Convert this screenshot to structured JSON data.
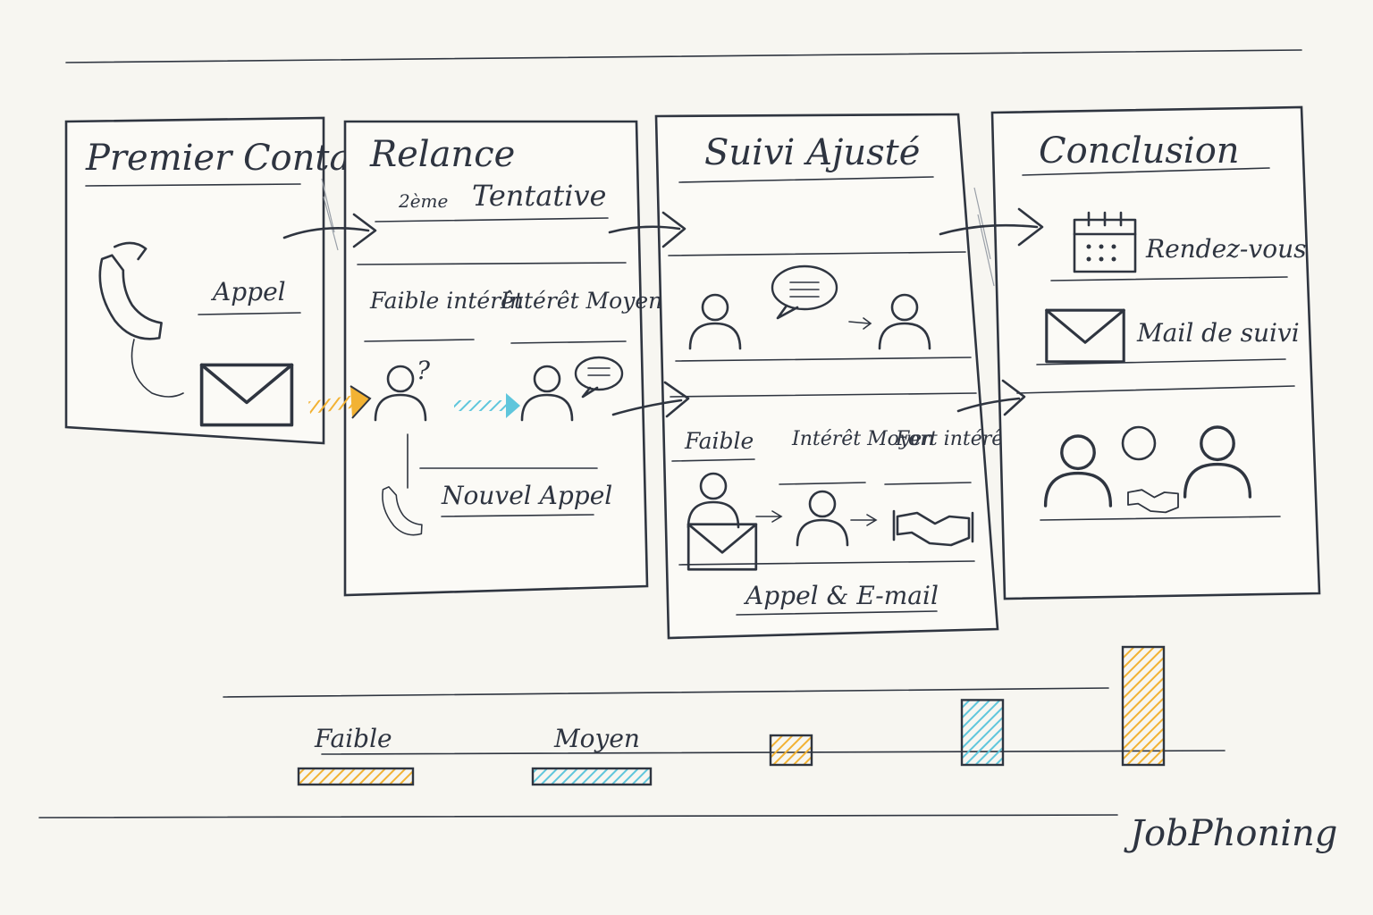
{
  "panels": [
    {
      "title": "Premier Contact",
      "items": [
        "Appel"
      ]
    },
    {
      "title": "Relance",
      "subtitle_sup": "2ème",
      "subtitle": "Tentative",
      "items": [
        "Faible intérêt",
        "Intérêt Moyen",
        "Nouvel Appel"
      ]
    },
    {
      "title": "Suivi Ajusté",
      "items": [
        "Faible",
        "Intérêt Moyen",
        "Fort intérêt",
        "Appel & E-mail"
      ]
    },
    {
      "title": "Conclusion",
      "items": [
        "Rendez-vous",
        "Mail de suivi"
      ]
    }
  ],
  "scale": {
    "labels": [
      "Faible",
      "Moyen"
    ],
    "bars": [
      {
        "level": 0.25,
        "color": "#f2b233"
      },
      {
        "level": 0.55,
        "color": "#5fc6dc"
      },
      {
        "level": 1.0,
        "color": "#f2b233"
      }
    ]
  },
  "colors": {
    "ink": "#2f3540",
    "orange": "#f2b233",
    "cyan": "#5fc6dc",
    "paper": "#f7f6f1"
  },
  "brand": "JobPhoning",
  "icons": [
    "phone-icon",
    "envelope-icon",
    "person-icon",
    "question-mark-icon",
    "speech-bubble-icon",
    "calendar-icon",
    "handshake-icon",
    "arrow-icon"
  ]
}
